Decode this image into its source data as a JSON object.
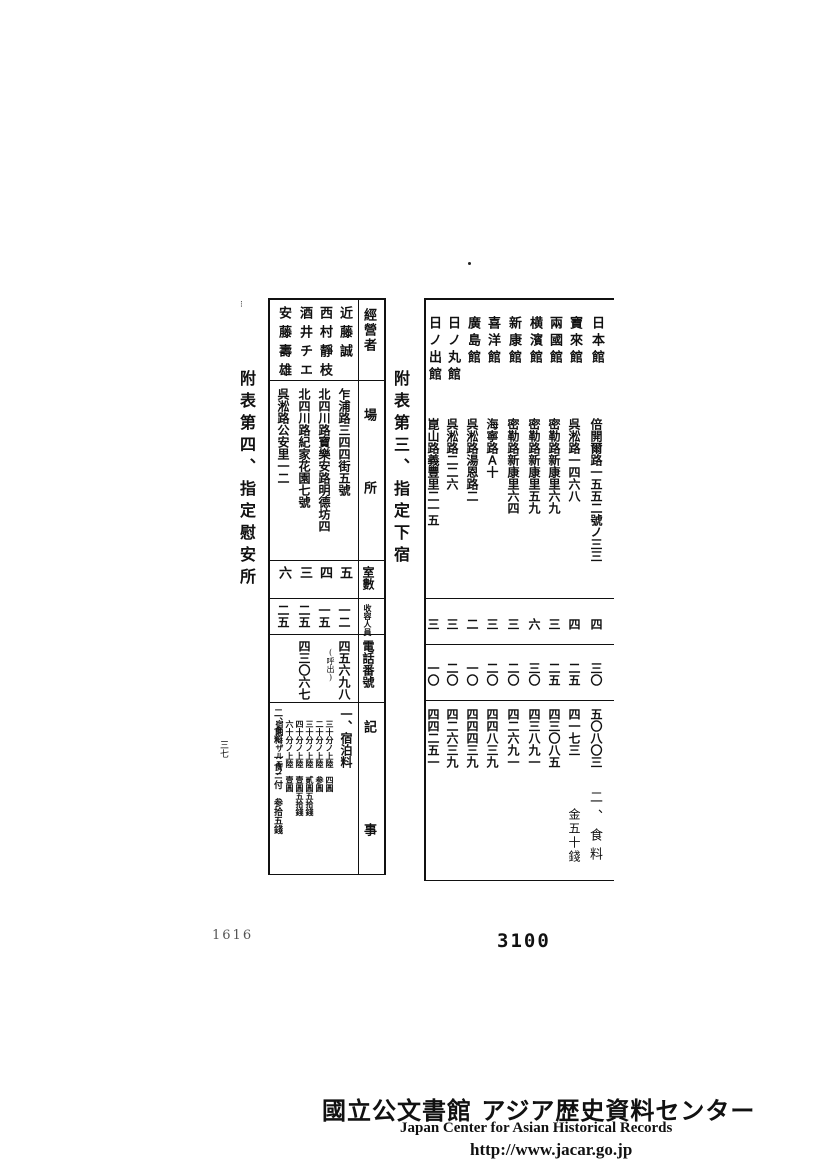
{
  "table3": {
    "title": "附表第三、指定下宿",
    "rows": [
      {
        "name": "日本館",
        "addr": "倍開爾路一五五二號ノ三三",
        "rooms": "",
        "cap": "四",
        "phone": "三〇",
        "notes": "五〇八〇三"
      },
      {
        "name": "寶來館",
        "addr": "呉淞路一四六八",
        "rooms": "",
        "cap": "四",
        "phone": "二五",
        "notes": "四一七三"
      },
      {
        "name": "兩國館",
        "addr": "密勒路新康里六九",
        "rooms": "",
        "cap": "三",
        "phone": "二五",
        "notes": "四三〇八五"
      },
      {
        "name": "横濱館",
        "addr": "密勒路新康里五九",
        "rooms": "",
        "cap": "六",
        "phone": "三〇",
        "notes": "四三八九一"
      },
      {
        "name": "新康館",
        "addr": "密勒路新康里六四",
        "rooms": "",
        "cap": "三",
        "phone": "二〇",
        "notes": "四二六九一"
      },
      {
        "name": "喜洋館",
        "addr": "海寧路Ａ十",
        "rooms": "",
        "cap": "三",
        "phone": "二〇",
        "notes": "四四八三九"
      },
      {
        "name": "廣島館",
        "addr": "呉淞路湯恩路二",
        "rooms": "",
        "cap": "二",
        "phone": "一〇",
        "notes": "四四四三九"
      },
      {
        "name": "日ノ丸館",
        "addr": "呉淞路二二六",
        "rooms": "",
        "cap": "三",
        "phone": "二〇",
        "notes": "四二六三九"
      },
      {
        "name": "日ノ出館",
        "addr": "崑山路義豐里二一五",
        "rooms": "",
        "cap": "三",
        "phone": "一〇",
        "notes": "四四二五一"
      }
    ],
    "footnote_col1": "二、食料",
    "footnote_col2": "金五十錢"
  },
  "table4": {
    "title": "附表第四、指定慰安所",
    "headers": {
      "operator": "經營者",
      "place": "場所",
      "rooms": "室數",
      "cap": "收容人員",
      "phone": "電話番號",
      "notes": "記事"
    },
    "rows": [
      {
        "operator": "近藤誠",
        "place": "乍浦路三四四街五號",
        "rooms": "五",
        "cap": "一二",
        "phone": "四五六九八",
        "phone_note": "(呼出)"
      },
      {
        "operator": "西村靜枝",
        "place": "北四川路寶樂安路明德坊四",
        "rooms": "四",
        "cap": "一五",
        "phone": ""
      },
      {
        "operator": "酒井チエ",
        "place": "北四川路紀家花園七號",
        "rooms": "三",
        "cap": "二五",
        "phone": "四三〇六七"
      },
      {
        "operator": "安藤壽雄",
        "place": "呉淞路公安里一二",
        "rooms": "六",
        "cap": "二五",
        "phone": ""
      }
    ],
    "notes_lines": [
      "一、宿泊料",
      "三十分ノ上陸　四圓",
      "二十分ノ上陸　参圓",
      "三十分ノ上陸　貳圓五拾錢",
      "四十分ノ上陸　壹圓五拾錢",
      "六十分ノ上陸　壹圓",
      "宿泊セザルモノ",
      "二、食料　一食ニ付　参拾五錢"
    ]
  },
  "page_number_side": "三七",
  "page_number_bottom": "3100",
  "stamp_left": "1616",
  "footer": {
    "org_jp": "國立公文書館 アジア歴史資料センター",
    "org_en": "Japan Center for Asian Historical Records",
    "url": "http://www.jacar.go.jp"
  }
}
